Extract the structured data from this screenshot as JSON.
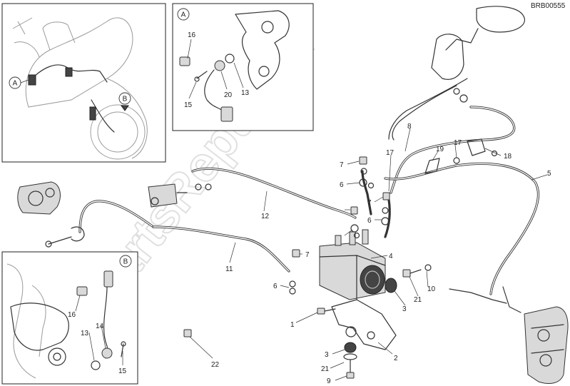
{
  "reference_code": "BRB00555",
  "watermark": "PartsRepublik",
  "inset_tags": [
    "A",
    "B"
  ],
  "callouts": {
    "c1": "1",
    "c2": "2",
    "c3a": "3",
    "c3b": "3",
    "c4": "4",
    "c5": "5",
    "c6a": "6",
    "c6b": "6",
    "c6c": "6",
    "c7a": "7",
    "c7b": "7",
    "c7c": "7",
    "c8": "8",
    "c9": "9",
    "c10": "10",
    "c11": "11",
    "c12": "12",
    "c13a": "13",
    "c13b": "13",
    "c14": "14",
    "c15a": "15",
    "c15b": "15",
    "c16a": "16",
    "c16b": "16",
    "c17a": "17",
    "c17b": "17",
    "c18": "18",
    "c19": "19",
    "c20": "20",
    "c21a": "21",
    "c21b": "21",
    "c22": "22"
  }
}
